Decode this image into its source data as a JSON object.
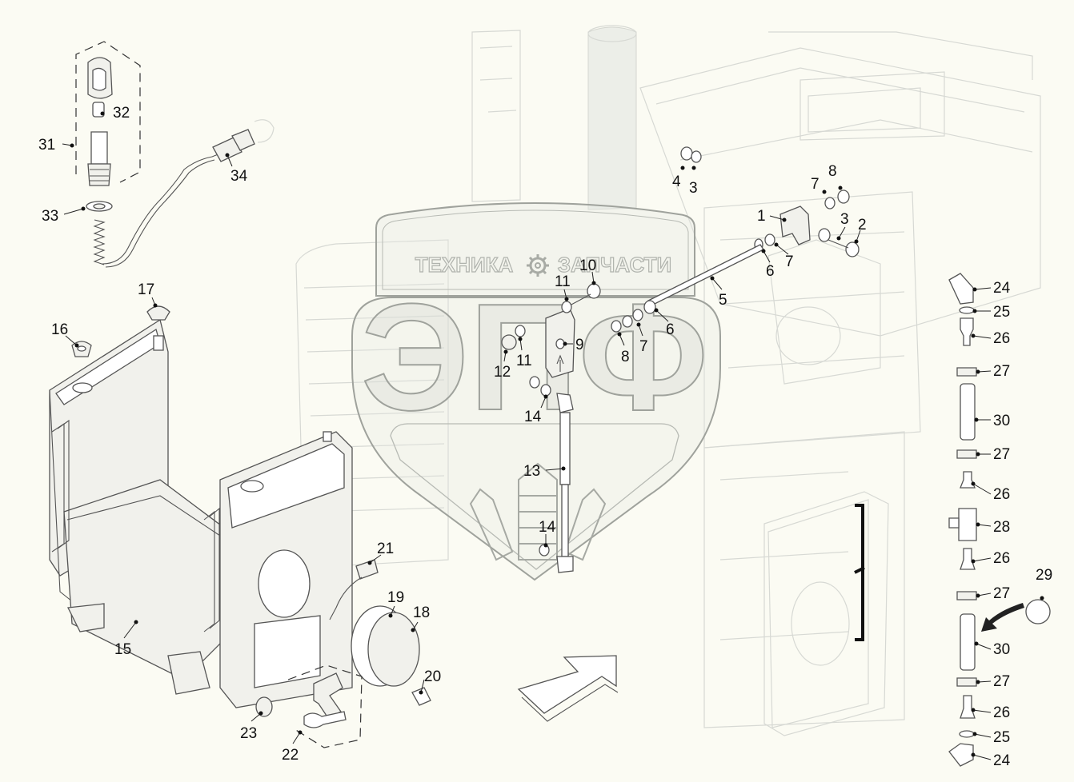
{
  "watermark": {
    "left_text": "ТЕХНИКА",
    "right_text": "ЗАПЧАСТИ",
    "monogram": "ЭПФ",
    "gear_icon": "gear-icon"
  },
  "callouts": [
    {
      "id": "c31",
      "label": "31"
    },
    {
      "id": "c32",
      "label": "32"
    },
    {
      "id": "c33",
      "label": "33"
    },
    {
      "id": "c34",
      "label": "34"
    },
    {
      "id": "c17",
      "label": "17"
    },
    {
      "id": "c16",
      "label": "16"
    },
    {
      "id": "c15",
      "label": "15"
    },
    {
      "id": "c4",
      "label": "4"
    },
    {
      "id": "c3a",
      "label": "3"
    },
    {
      "id": "c7a",
      "label": "7"
    },
    {
      "id": "c8a",
      "label": "8"
    },
    {
      "id": "c1",
      "label": "1"
    },
    {
      "id": "c3b",
      "label": "3"
    },
    {
      "id": "c2",
      "label": "2"
    },
    {
      "id": "c6a",
      "label": "6"
    },
    {
      "id": "c7b",
      "label": "7"
    },
    {
      "id": "c5",
      "label": "5"
    },
    {
      "id": "c10",
      "label": "10"
    },
    {
      "id": "c11a",
      "label": "11"
    },
    {
      "id": "c6b",
      "label": "6"
    },
    {
      "id": "c9",
      "label": "9"
    },
    {
      "id": "c11b",
      "label": "11"
    },
    {
      "id": "c12",
      "label": "12"
    },
    {
      "id": "c8b",
      "label": "8"
    },
    {
      "id": "c7c",
      "label": "7"
    },
    {
      "id": "c14a",
      "label": "14"
    },
    {
      "id": "c13",
      "label": "13"
    },
    {
      "id": "c14b",
      "label": "14"
    },
    {
      "id": "c21",
      "label": "21"
    },
    {
      "id": "c19",
      "label": "19"
    },
    {
      "id": "c18",
      "label": "18"
    },
    {
      "id": "c20",
      "label": "20"
    },
    {
      "id": "c23",
      "label": "23"
    },
    {
      "id": "c22",
      "label": "22"
    },
    {
      "id": "c24a",
      "label": "24"
    },
    {
      "id": "c25a",
      "label": "25"
    },
    {
      "id": "c26a",
      "label": "26"
    },
    {
      "id": "c27a",
      "label": "27"
    },
    {
      "id": "c30a",
      "label": "30"
    },
    {
      "id": "c27b",
      "label": "27"
    },
    {
      "id": "c26b",
      "label": "26"
    },
    {
      "id": "c28",
      "label": "28"
    },
    {
      "id": "c26c",
      "label": "26"
    },
    {
      "id": "c29",
      "label": "29"
    },
    {
      "id": "c27c",
      "label": "27"
    },
    {
      "id": "c30b",
      "label": "30"
    },
    {
      "id": "c27d",
      "label": "27"
    },
    {
      "id": "c26d",
      "label": "26"
    },
    {
      "id": "c25b",
      "label": "25"
    },
    {
      "id": "c24b",
      "label": "24"
    }
  ],
  "colors": {
    "background": "#fbfbf3",
    "ink": "#111111",
    "ghost": "#d7d9d4",
    "watermark": "#b0b3ad"
  }
}
